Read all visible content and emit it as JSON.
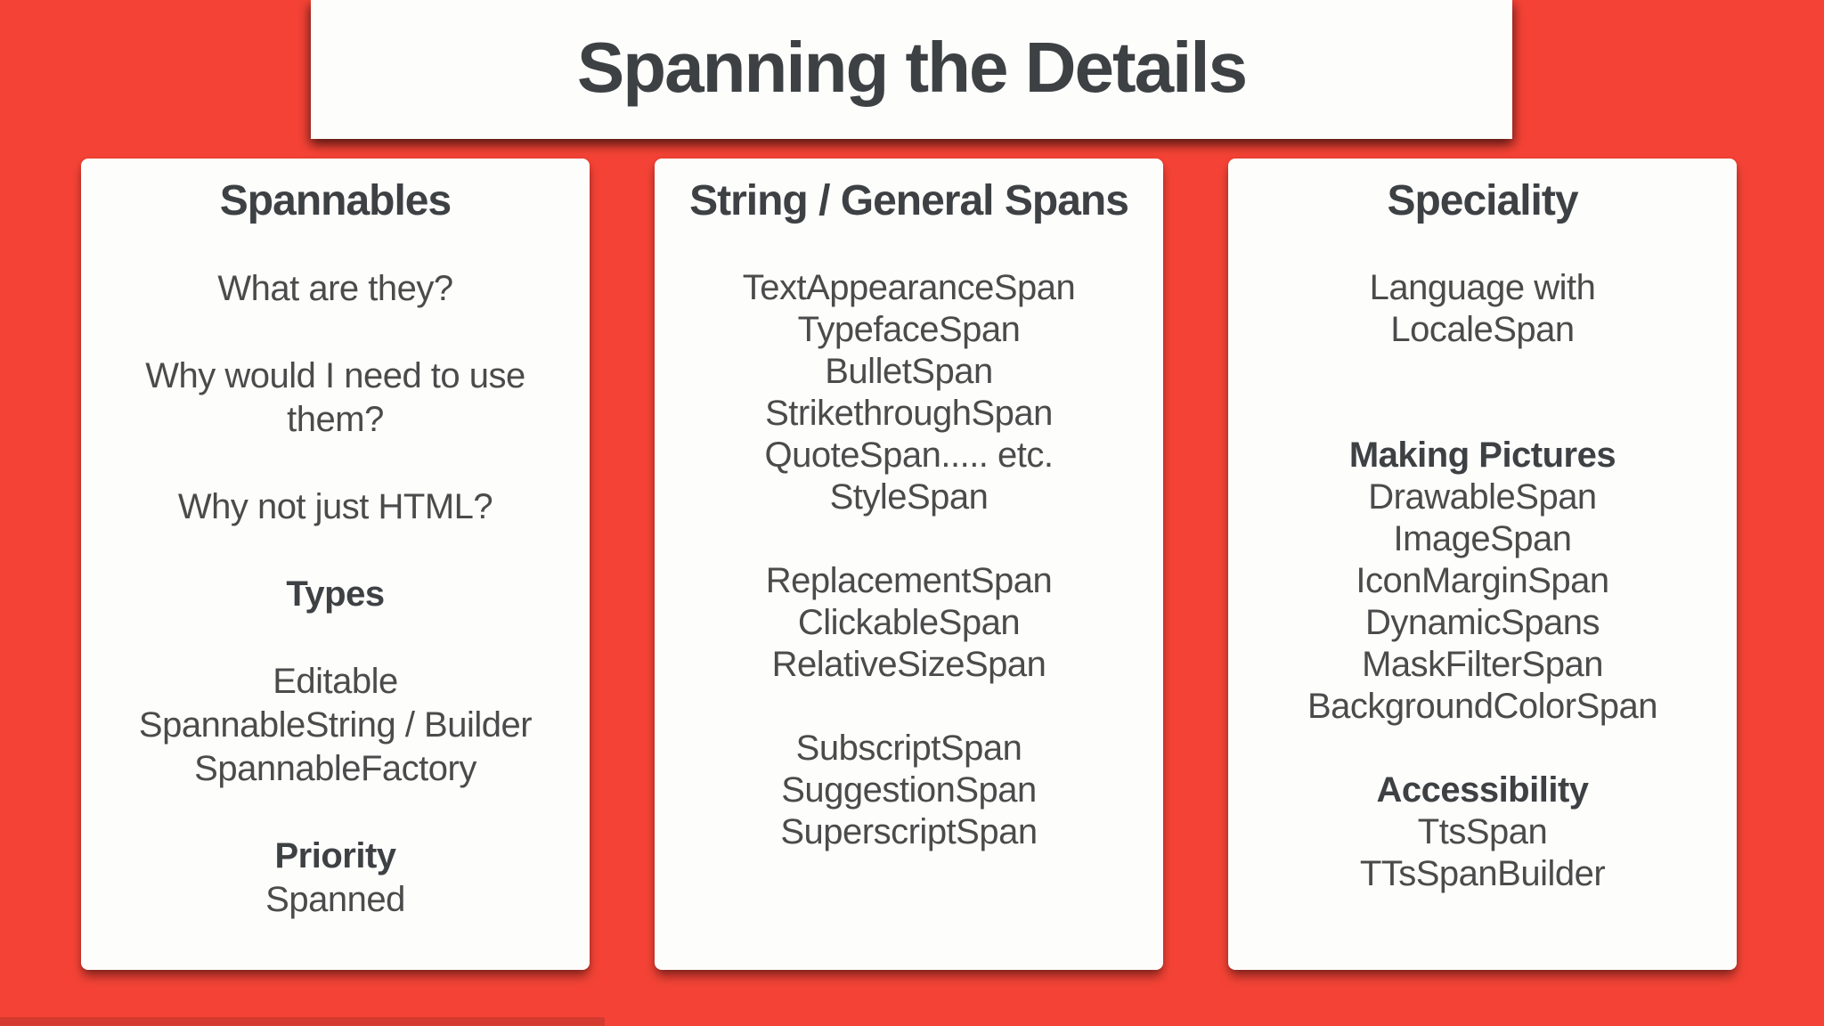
{
  "title": "Spanning the Details",
  "colors": {
    "background": "#f44336",
    "panel": "#fdfdfc",
    "heading_text": "#3e4144",
    "body_text": "#4b4b4b"
  },
  "cards": [
    {
      "heading": "Spannables",
      "lines": [
        {
          "text": "What are they?"
        },
        {
          "text": ""
        },
        {
          "text": "Why would I need to use"
        },
        {
          "text": "them?"
        },
        {
          "text": ""
        },
        {
          "text": "Why not just HTML?"
        },
        {
          "text": ""
        },
        {
          "text": "Types",
          "bold": true
        },
        {
          "text": ""
        },
        {
          "text": "Editable"
        },
        {
          "text": "SpannableString / Builder"
        },
        {
          "text": "SpannableFactory"
        },
        {
          "text": ""
        },
        {
          "text": "Priority",
          "bold": true
        },
        {
          "text": "Spanned"
        }
      ]
    },
    {
      "heading": "String / General Spans",
      "lines": [
        {
          "text": "TextAppearanceSpan"
        },
        {
          "text": "TypefaceSpan"
        },
        {
          "text": "BulletSpan"
        },
        {
          "text": "StrikethroughSpan"
        },
        {
          "text": "QuoteSpan..... etc."
        },
        {
          "text": "StyleSpan"
        },
        {
          "text": ""
        },
        {
          "text": "ReplacementSpan"
        },
        {
          "text": "ClickableSpan"
        },
        {
          "text": "RelativeSizeSpan"
        },
        {
          "text": ""
        },
        {
          "text": "SubscriptSpan"
        },
        {
          "text": "SuggestionSpan"
        },
        {
          "text": "SuperscriptSpan"
        }
      ]
    },
    {
      "heading": "Speciality",
      "lines": [
        {
          "text": "Language with"
        },
        {
          "text": "LocaleSpan"
        },
        {
          "text": ""
        },
        {
          "text": ""
        },
        {
          "text": "Making Pictures",
          "bold": true
        },
        {
          "text": "DrawableSpan"
        },
        {
          "text": "ImageSpan"
        },
        {
          "text": "IconMarginSpan"
        },
        {
          "text": "DynamicSpans"
        },
        {
          "text": "MaskFilterSpan"
        },
        {
          "text": "BackgroundColorSpan"
        },
        {
          "text": ""
        },
        {
          "text": "Accessibility",
          "bold": true
        },
        {
          "text": "TtsSpan"
        },
        {
          "text": "TTsSpanBuilder"
        }
      ]
    }
  ]
}
